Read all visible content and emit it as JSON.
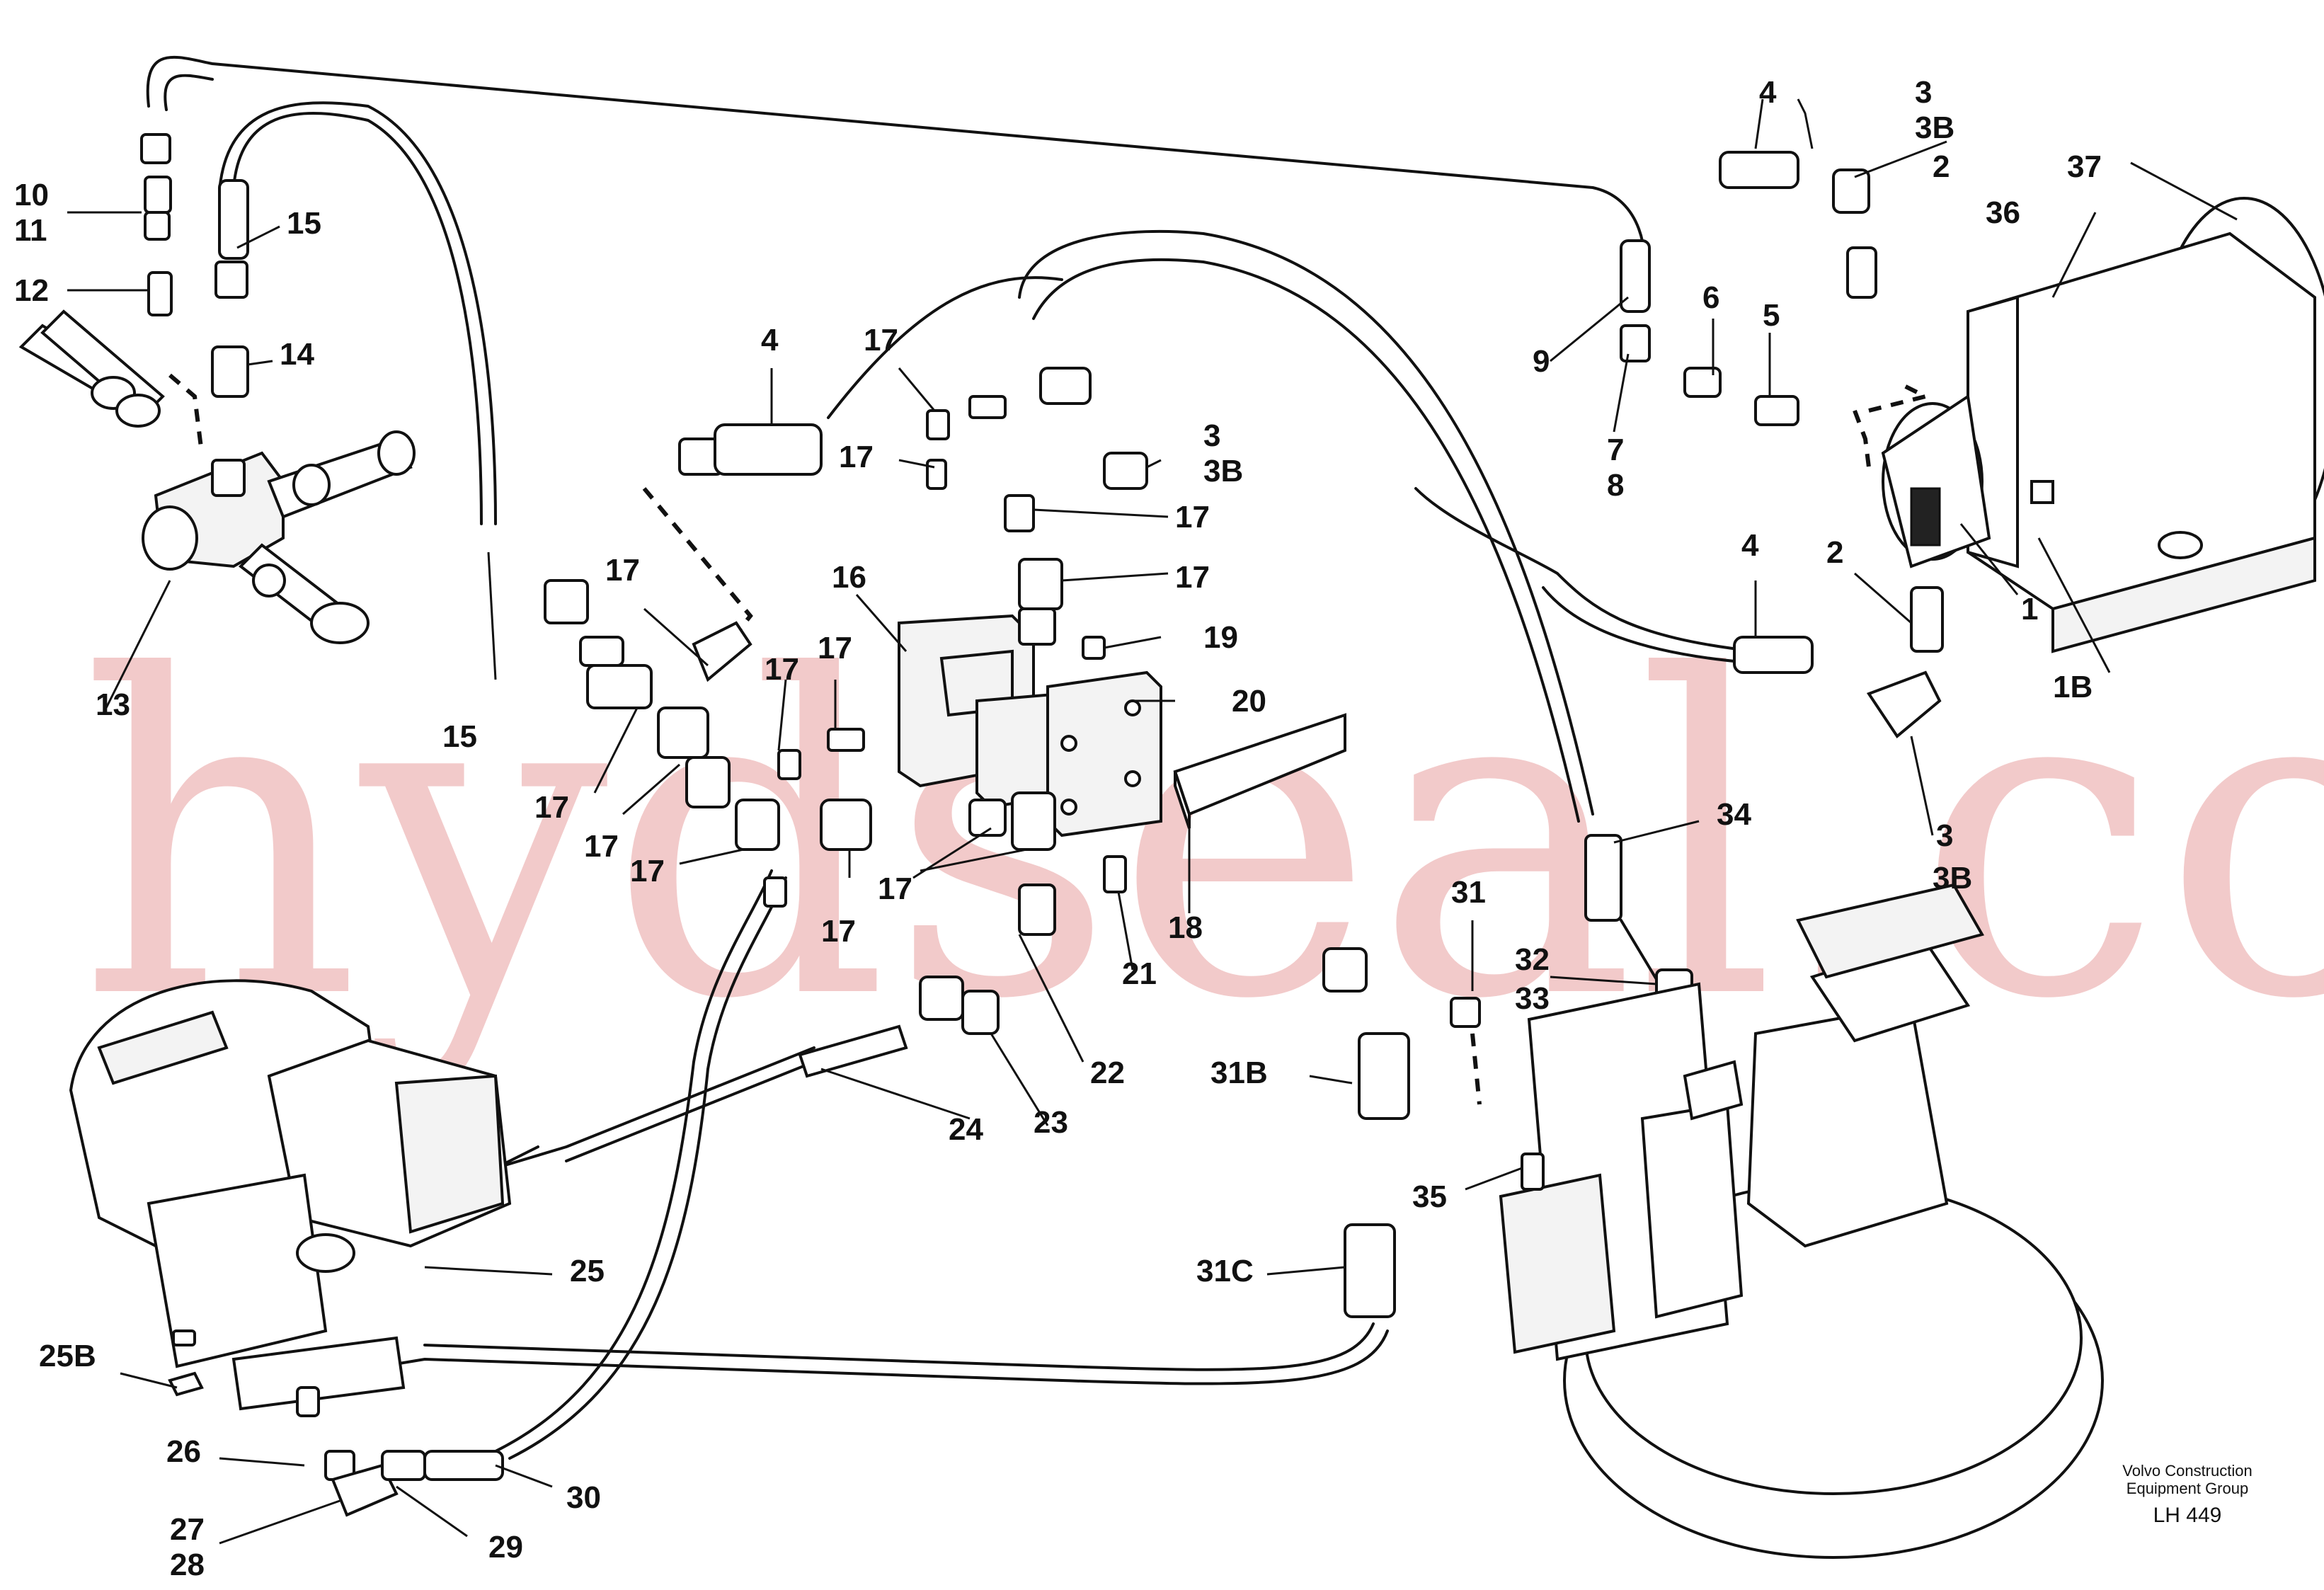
{
  "labels": [
    {
      "t": "10"
    },
    {
      "t": "11"
    },
    {
      "t": "12"
    },
    {
      "t": "15"
    },
    {
      "t": "14"
    },
    {
      "t": "13"
    },
    {
      "t": "15"
    },
    {
      "t": "17"
    },
    {
      "t": "17"
    },
    {
      "t": "17"
    },
    {
      "t": "4"
    },
    {
      "t": "17"
    },
    {
      "t": "17"
    },
    {
      "t": "3"
    },
    {
      "t": "3B"
    },
    {
      "t": "17"
    },
    {
      "t": "17"
    },
    {
      "t": "16"
    },
    {
      "t": "19"
    },
    {
      "t": "20"
    },
    {
      "t": "17"
    },
    {
      "t": "17"
    },
    {
      "t": "17"
    },
    {
      "t": "17"
    },
    {
      "t": "17"
    },
    {
      "t": "18"
    },
    {
      "t": "21"
    },
    {
      "t": "22"
    },
    {
      "t": "23"
    },
    {
      "t": "24"
    },
    {
      "t": "4"
    },
    {
      "t": "3"
    },
    {
      "t": "3B"
    },
    {
      "t": "2"
    },
    {
      "t": "37"
    },
    {
      "t": "36"
    },
    {
      "t": "6"
    },
    {
      "t": "5"
    },
    {
      "t": "9"
    },
    {
      "t": "7"
    },
    {
      "t": "8"
    },
    {
      "t": "4"
    },
    {
      "t": "2"
    },
    {
      "t": "1"
    },
    {
      "t": "1B"
    },
    {
      "t": "3"
    },
    {
      "t": "3B"
    },
    {
      "t": "34"
    },
    {
      "t": "31"
    },
    {
      "t": "32"
    },
    {
      "t": "33"
    },
    {
      "t": "31B"
    },
    {
      "t": "35"
    },
    {
      "t": "31C"
    },
    {
      "t": "25"
    },
    {
      "t": "25B"
    },
    {
      "t": "26"
    },
    {
      "t": "27"
    },
    {
      "t": "28"
    },
    {
      "t": "29"
    },
    {
      "t": "30"
    }
  ],
  "caption": {
    "line1": "Volvo Construction",
    "line2": "Equipment Group",
    "code": "LH 449"
  },
  "watermark": "hydseal.com"
}
